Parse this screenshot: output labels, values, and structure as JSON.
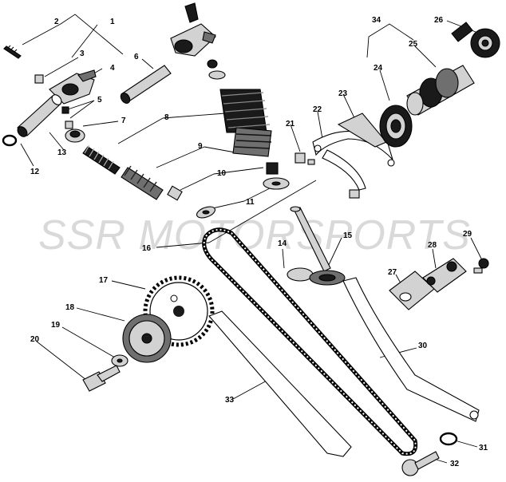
{
  "watermark": "SSR MOTORSPORTS",
  "callouts": [
    {
      "id": "c1",
      "text": "1"
    },
    {
      "id": "c2",
      "text": "2"
    },
    {
      "id": "c3",
      "text": "3"
    },
    {
      "id": "c4",
      "text": "4"
    },
    {
      "id": "c5",
      "text": "5"
    },
    {
      "id": "c6",
      "text": "6"
    },
    {
      "id": "c7",
      "text": "7"
    },
    {
      "id": "c8",
      "text": "8"
    },
    {
      "id": "c9",
      "text": "9"
    },
    {
      "id": "c10",
      "text": "10"
    },
    {
      "id": "c11",
      "text": "11"
    },
    {
      "id": "c12",
      "text": "12"
    },
    {
      "id": "c13",
      "text": "13"
    },
    {
      "id": "c14",
      "text": "14"
    },
    {
      "id": "c15",
      "text": "15"
    },
    {
      "id": "c16",
      "text": "16"
    },
    {
      "id": "c17",
      "text": "17"
    },
    {
      "id": "c18",
      "text": "18"
    },
    {
      "id": "c19",
      "text": "19"
    },
    {
      "id": "c20",
      "text": "20"
    },
    {
      "id": "c21",
      "text": "21"
    },
    {
      "id": "c22",
      "text": "22"
    },
    {
      "id": "c23",
      "text": "23"
    },
    {
      "id": "c24",
      "text": "24"
    },
    {
      "id": "c25",
      "text": "25"
    },
    {
      "id": "c26",
      "text": "26"
    },
    {
      "id": "c27",
      "text": "27"
    },
    {
      "id": "c28",
      "text": "28"
    },
    {
      "id": "c29",
      "text": "29"
    },
    {
      "id": "c30",
      "text": "30"
    },
    {
      "id": "c31",
      "text": "31"
    },
    {
      "id": "c32",
      "text": "32"
    },
    {
      "id": "c33",
      "text": "33"
    },
    {
      "id": "c34",
      "text": "34"
    }
  ]
}
